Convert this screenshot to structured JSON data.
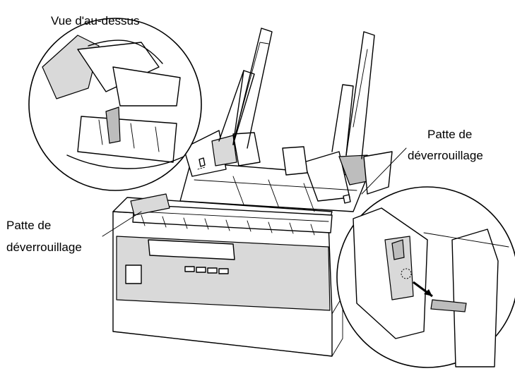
{
  "labels": {
    "top_view": "Vue d'au-dessus",
    "release_tab_right_line1": "Patte de",
    "release_tab_right_line2": "déverrouillage",
    "release_tab_left_line1": "Patte de",
    "release_tab_left_line2": "déverrouillage"
  }
}
